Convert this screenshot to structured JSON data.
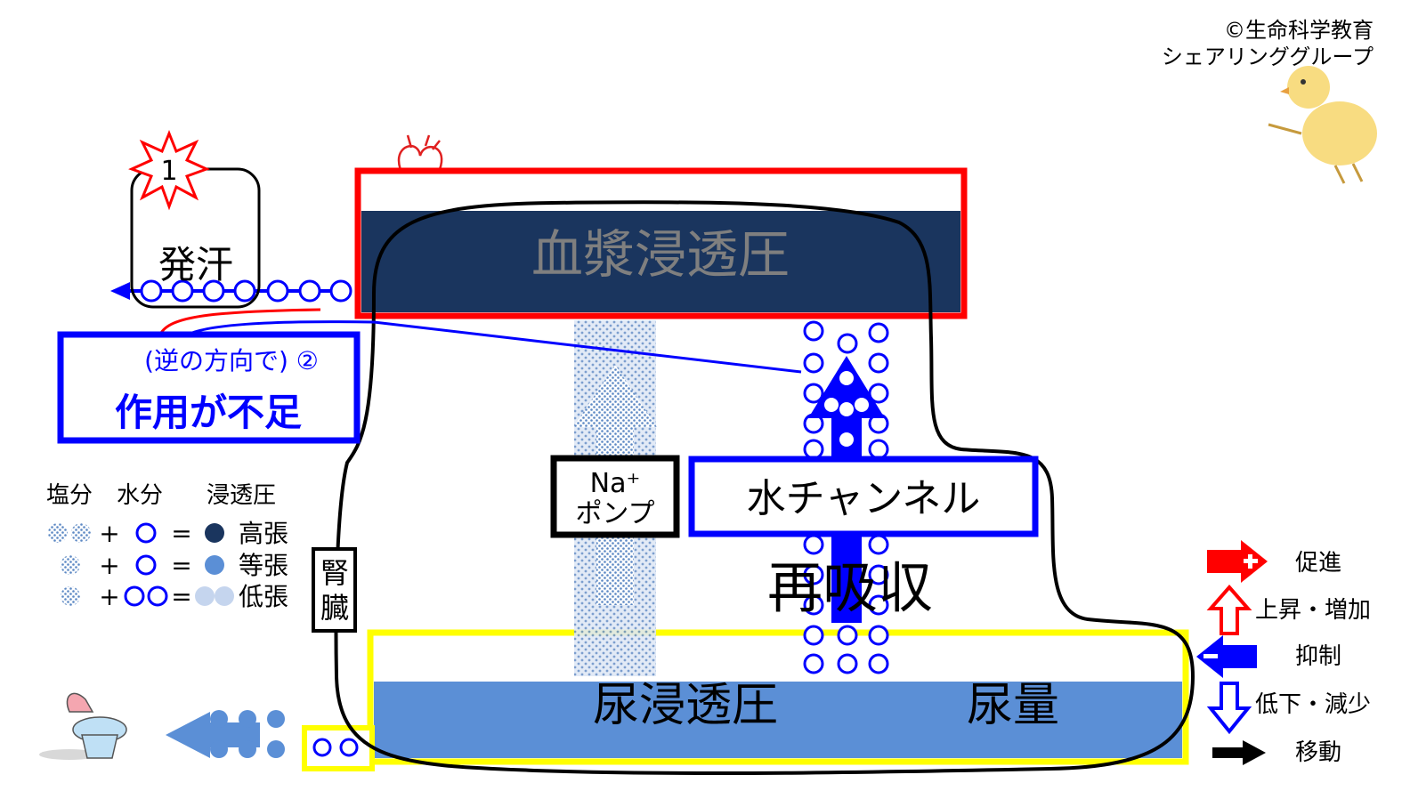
{
  "credit": {
    "line1": "©生命科学教育",
    "line2": "シェアリンググループ"
  },
  "colors": {
    "red": "#ff0000",
    "blue": "#0000ff",
    "navy": "#1a355e",
    "mid_blue": "#5b8fd6",
    "light_blue": "#c5d5ee",
    "yellow": "#ffff00",
    "plasma_text": "#7f7f7f"
  },
  "sweat": {
    "step_number": "1",
    "label": "発汗"
  },
  "adh_box": {
    "direction": "(逆の方向で) ②",
    "effect": "作用が不足"
  },
  "legend": {
    "headers": [
      "塩分",
      "水分",
      "浸透圧"
    ],
    "rows": [
      {
        "plus": "+",
        "equals": "=",
        "label": "高張"
      },
      {
        "plus": "+",
        "equals": "=",
        "label": "等張"
      },
      {
        "plus": "+",
        "equals": "=",
        "label": "低張"
      }
    ]
  },
  "kidney_label": "腎臓",
  "blood": {
    "label": "血漿浸透圧"
  },
  "na_pump": {
    "line1": "Na⁺",
    "line2": "ポンプ"
  },
  "water_channel": {
    "label": "水チャンネル"
  },
  "reabsorption": {
    "label": "再吸収"
  },
  "urine": {
    "osmotic_label": "尿浸透圧",
    "volume_label": "尿量"
  },
  "key": {
    "items": [
      {
        "icon": "red-plus-arrow-icon",
        "label": "促進"
      },
      {
        "icon": "red-up-arrow-icon",
        "label": "上昇・増加"
      },
      {
        "icon": "blue-minus-arrow-icon",
        "label": "抑制"
      },
      {
        "icon": "blue-down-arrow-icon",
        "label": "低下・減少"
      },
      {
        "icon": "black-arrow-icon",
        "label": "移動"
      }
    ]
  }
}
